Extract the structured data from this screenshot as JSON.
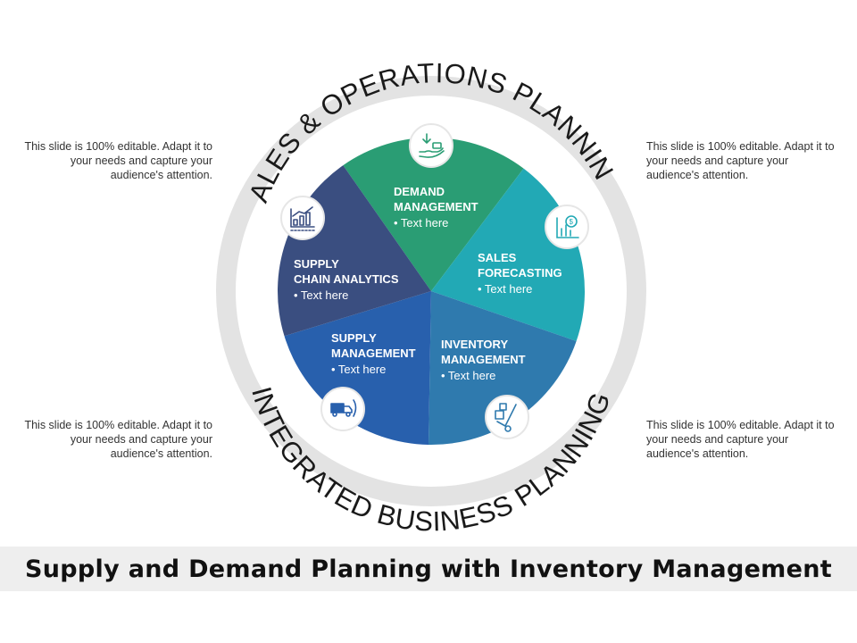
{
  "slide_title": "Supply and Demand Planning with Inventory Management",
  "side_notes": {
    "top_left": "This slide is 100% editable. Adapt it to your needs and capture your audience's attention.",
    "top_right": "This slide is 100% editable. Adapt it to your needs and capture your audience's attention.",
    "bottom_left": "This slide is 100% editable. Adapt it to your needs and capture your audience's attention.",
    "bottom_right": "This slide is 100% editable. Adapt it to your needs and capture your audience's attention."
  },
  "ring": {
    "top_text": "SALES & OPERATIONS PLANNING",
    "bottom_text": "INTEGRATED BUSINESS PLANNING",
    "color": "#e3e3e3"
  },
  "segments": [
    {
      "id": "demand",
      "title_lines": [
        "DEMAND",
        "MANAGEMENT"
      ],
      "bullet": "•  Text here",
      "color": "#2a9d74",
      "icon": "hand-money-icon"
    },
    {
      "id": "sales",
      "title_lines": [
        "SALES",
        "FORECASTING"
      ],
      "bullet": "•  Text here",
      "color": "#22a9b5",
      "icon": "dollar-chart-icon"
    },
    {
      "id": "inventory",
      "title_lines": [
        "INVENTORY",
        "MANAGEMENT"
      ],
      "bullet": "•  Text here",
      "color": "#2f7aae",
      "icon": "hand-truck-icon"
    },
    {
      "id": "supply",
      "title_lines": [
        "SUPPLY",
        "MANAGEMENT"
      ],
      "bullet": "•  Text here",
      "color": "#2860ad",
      "icon": "delivery-truck-icon"
    },
    {
      "id": "analytics",
      "title_lines": [
        "SUPPLY",
        "CHAIN ANALYTICS"
      ],
      "bullet": "•  Text here",
      "color": "#3a4e80",
      "icon": "bar-chart-icon"
    }
  ]
}
